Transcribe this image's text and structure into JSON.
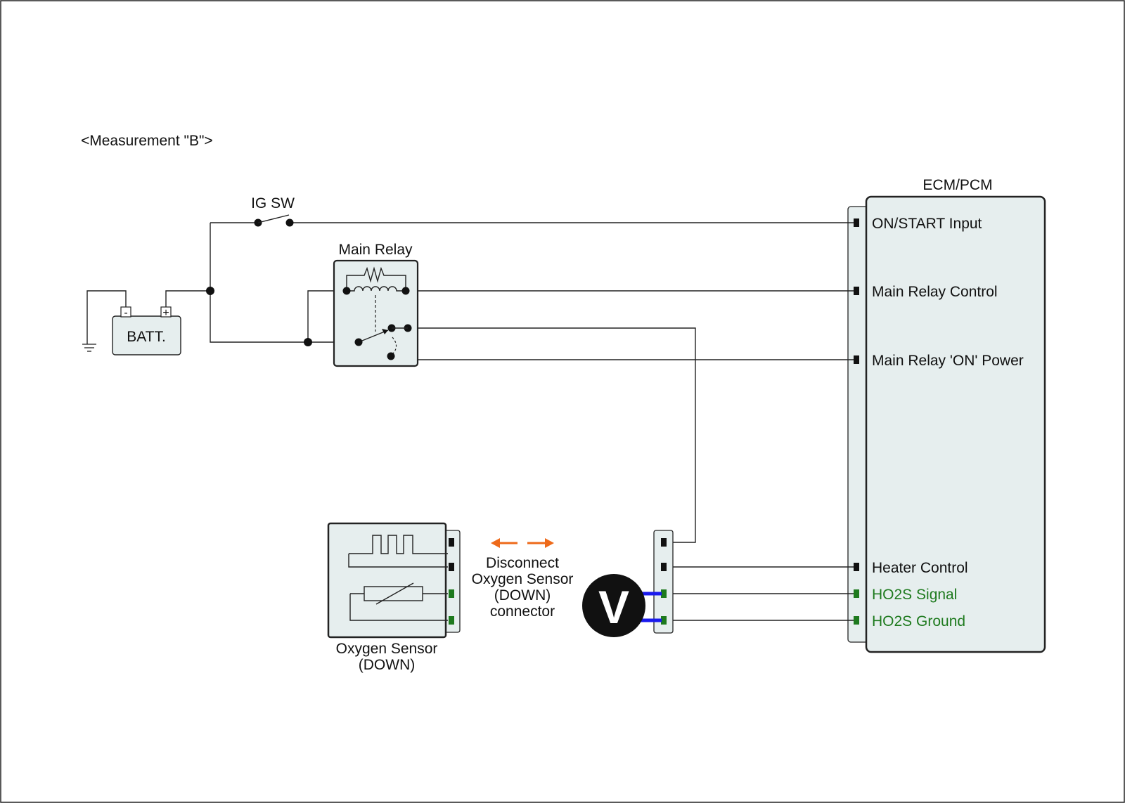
{
  "title": "<Measurement \"B\">",
  "ig_sw_label": "IG SW",
  "main_relay_label": "Main Relay",
  "battery": {
    "label": "BATT.",
    "minus": "-",
    "plus": "+"
  },
  "ecm": {
    "label": "ECM/PCM",
    "pins": {
      "on_start": "ON/START Input",
      "relay_control": "Main Relay Control",
      "relay_on_power": "Main Relay 'ON' Power",
      "heater_control": "Heater Control",
      "ho2s_signal": "HO2S Signal",
      "ho2s_ground": "HO2S Ground"
    }
  },
  "sensor": {
    "label_line1": "Oxygen Sensor",
    "label_line2": "(DOWN)"
  },
  "disconnect_note": {
    "line1": "Disconnect",
    "line2": "Oxygen Sensor",
    "line3": "(DOWN)",
    "line4": "connector"
  },
  "voltmeter": {
    "label": "V"
  },
  "colors": {
    "panel_fill": "#e6eeee",
    "green": "#1e7a1e",
    "probe_blue": "#1a1aee",
    "arrow_orange": "#ee6a1a"
  }
}
